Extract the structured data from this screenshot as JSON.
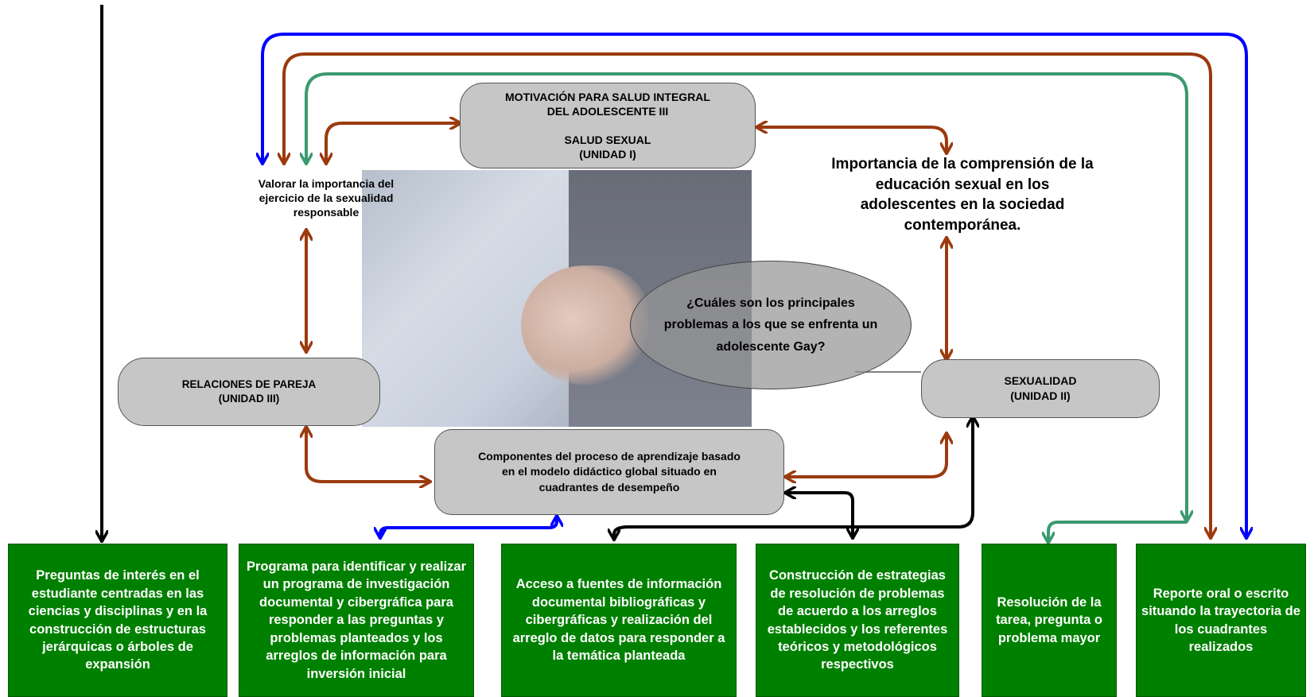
{
  "nodes": {
    "top_title": "MOTIVACIÓN PARA SALUD INTEGRAL\nDEL ADOLESCENTE III\n\nSALUD SEXUAL\n(UNIDAD I)",
    "valorar": "Valorar la importancia del\nejercicio de la sexualidad\nresponsable",
    "importancia": "Importancia de la comprensión de la\neducación  sexual  en los\nadolescentes en la sociedad\ncontemporánea.",
    "question": "¿Cuáles son los principales\nproblemas a los que se enfrenta un\nadolescente Gay?",
    "relaciones": "RELACIONES DE PAREJA\n(UNIDAD III)",
    "sexualidad": "SEXUALIDAD\n(UNIDAD II)",
    "componentes": "Componentes del proceso de aprendizaje basado\nen el modelo didáctico  global situado en\ncuadrantes de desempeño"
  },
  "steps": [
    "Preguntas de interés en el estudiante centradas en las ciencias y disciplinas y en la construcción de estructuras jerárquicas o árboles de expansión",
    "Programa para identificar y realizar un programa de investigación documental y cibergráfica para responder a las preguntas y problemas planteados y los arreglos de información para inversión inicial",
    "Acceso a fuentes de información documental bibliográficas y cibergráficas y realización del arreglo de datos para responder a la temática planteada",
    "Construcción de estrategias de resolución de problemas de acuerdo a los arreglos establecidos y los referentes teóricos y metodológicos respectivos",
    "Resolución de la tarea, pregunta o problema mayor",
    "Reporte oral o escrito situando la trayectoria de los cuadrantes realizados"
  ],
  "colors": {
    "step_bg": "#008000",
    "node_bg": "#c6c6c6",
    "arrow_brown": "#9b3a0e",
    "arrow_blue": "#0000ff",
    "arrow_green": "#3a9a6e",
    "arrow_black": "#000000"
  }
}
